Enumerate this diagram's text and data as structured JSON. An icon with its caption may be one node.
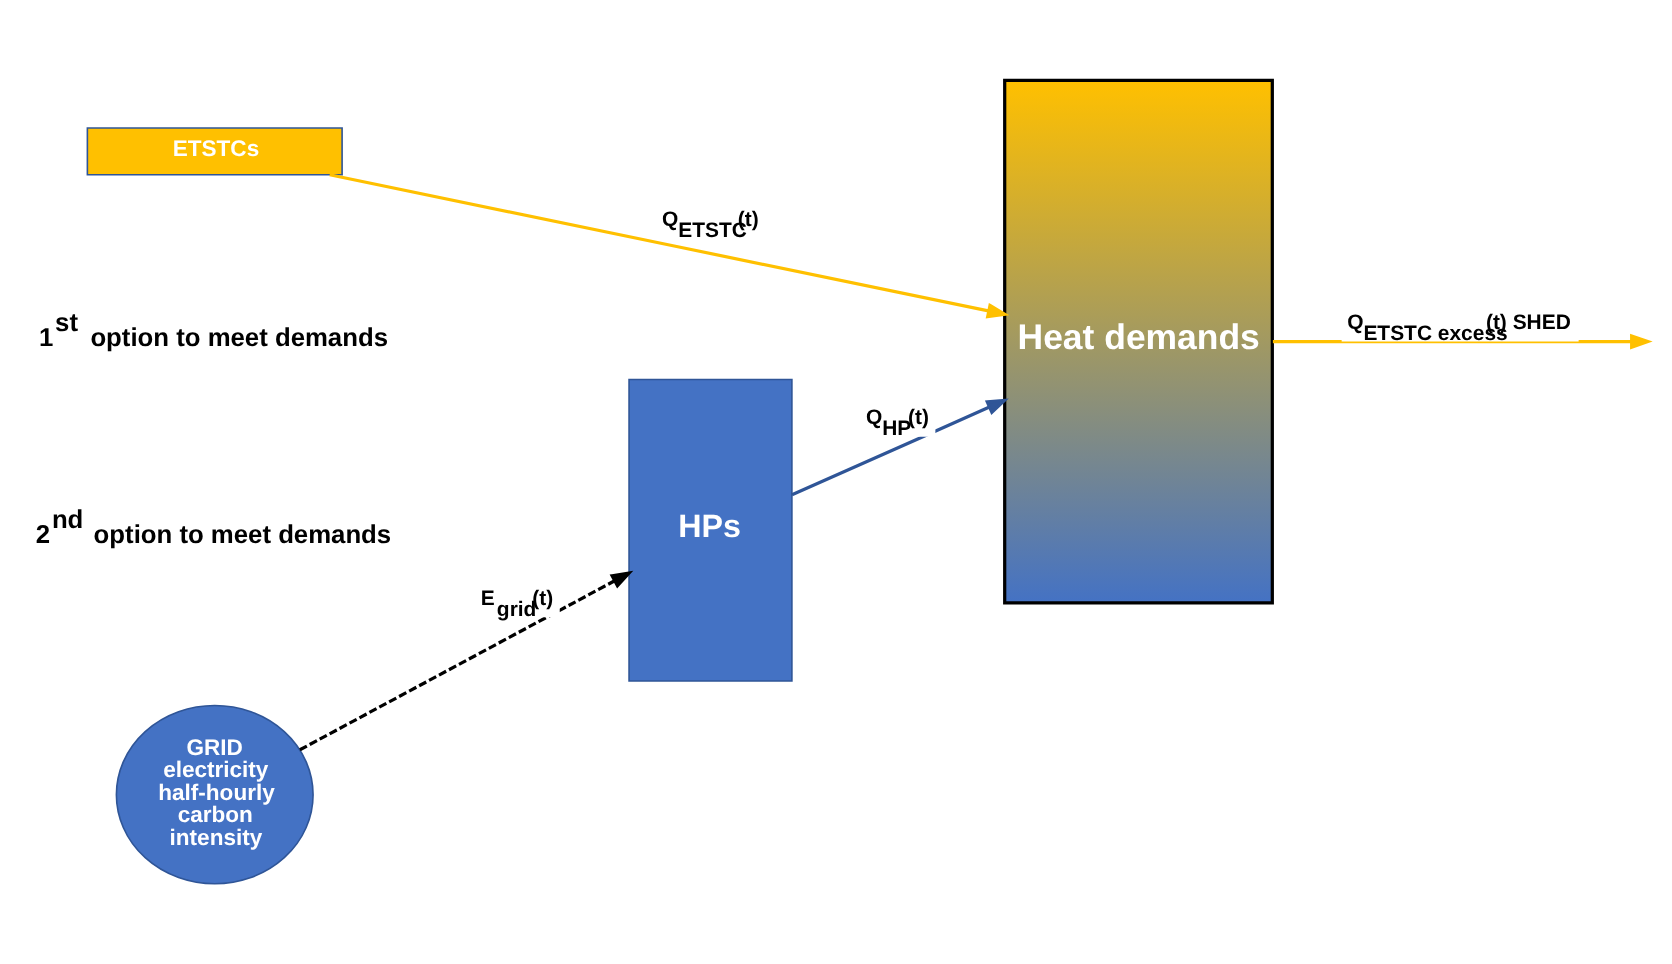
{
  "diagram": {
    "nodes": [
      {
        "text": [
          "ETSTCs"
        ]
      },
      {
        "text": [
          "HPs"
        ]
      },
      {
        "text": [
          "Heat demands"
        ]
      },
      {
        "text": [
          "GRID electricity half-hourly carbon intensity"
        ]
      }
    ],
    "edges": [
      {
        "from": 0,
        "to": 2,
        "arrow": "to",
        "label": "Q$_{ETSTC}$(t)",
        "color": "#ffc000"
      },
      {
        "from": 2,
        "to": null,
        "arrow": "to",
        "label": "Q$_{ETSTC excess}$(t) SHED",
        "color": "#ffc000"
      },
      {
        "from": 3,
        "to": 1,
        "arrow": "to",
        "label": "E$_{grid}$(t)",
        "style": "dashed",
        "color": "#000000"
      },
      {
        "from": 1,
        "to": 2,
        "arrow": "to",
        "label": "Q$_{HP}$(t)",
        "color": "#2f5597"
      }
    ],
    "labels": [
      "1$^{st}$ option to meet demands",
      "2$^{nd}$ option to meet demands"
    ]
  }
}
